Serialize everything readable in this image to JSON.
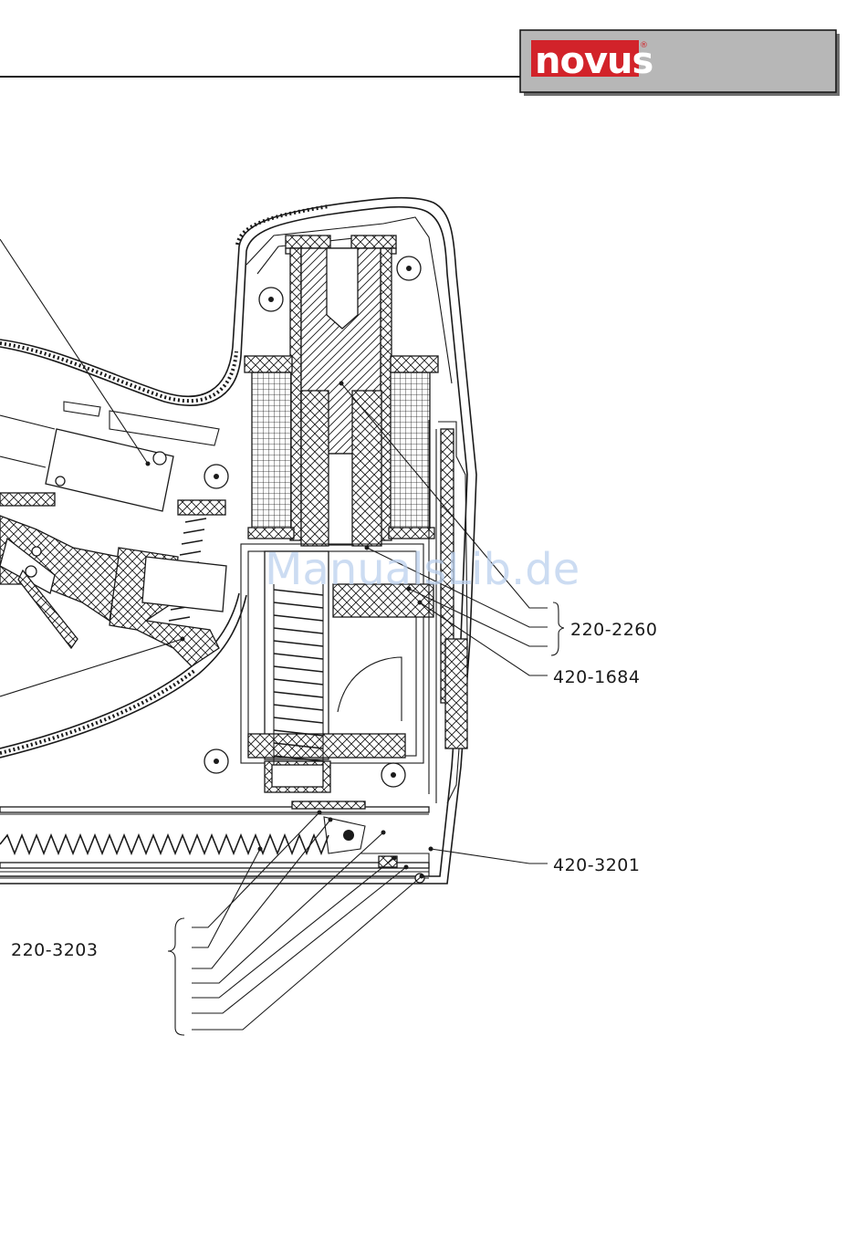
{
  "header": {
    "brand": "novus",
    "brand_mark": "®",
    "colors": {
      "brand_red": "#d2232a",
      "header_box": "#b7b7b7",
      "line": "#1a1a1a"
    }
  },
  "watermark": "ManualsLib.de",
  "callouts": {
    "group_220_2260": "220-2260",
    "part_420_1684": "420-1684",
    "part_420_3201": "420-3201",
    "group_220_3203": "220-3203"
  }
}
